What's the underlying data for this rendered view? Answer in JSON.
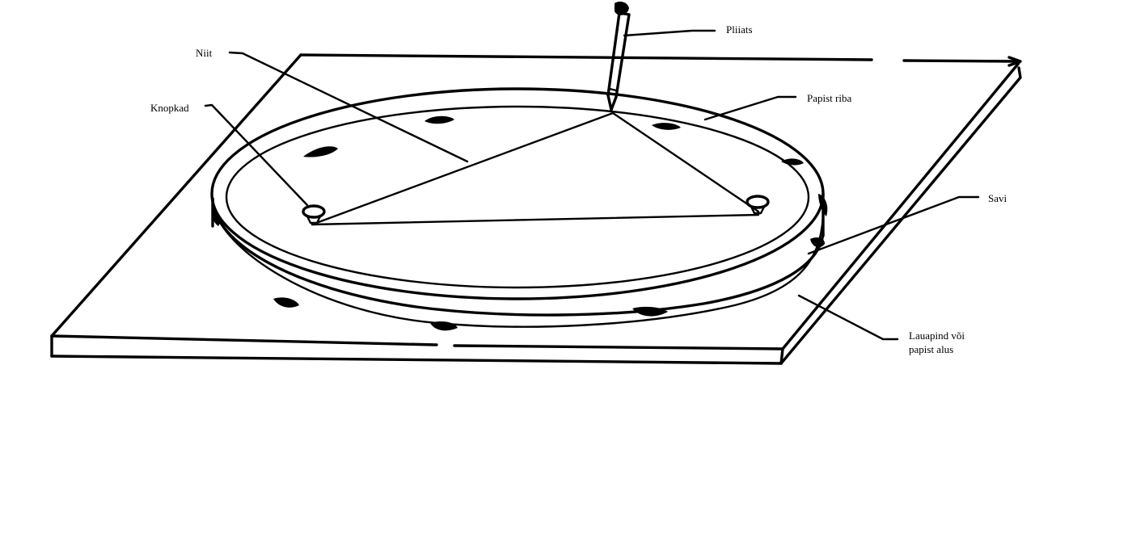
{
  "diagram": {
    "labels": {
      "pencil": "Pliiats",
      "thread": "Niit",
      "pins": "Knopkad",
      "paper_strip": "Papist riba",
      "clay": "Savi",
      "base_line1": "Lauapind või",
      "base_line2": "papist alus"
    },
    "colors": {
      "ink": "#000000",
      "background": "#ffffff"
    }
  }
}
